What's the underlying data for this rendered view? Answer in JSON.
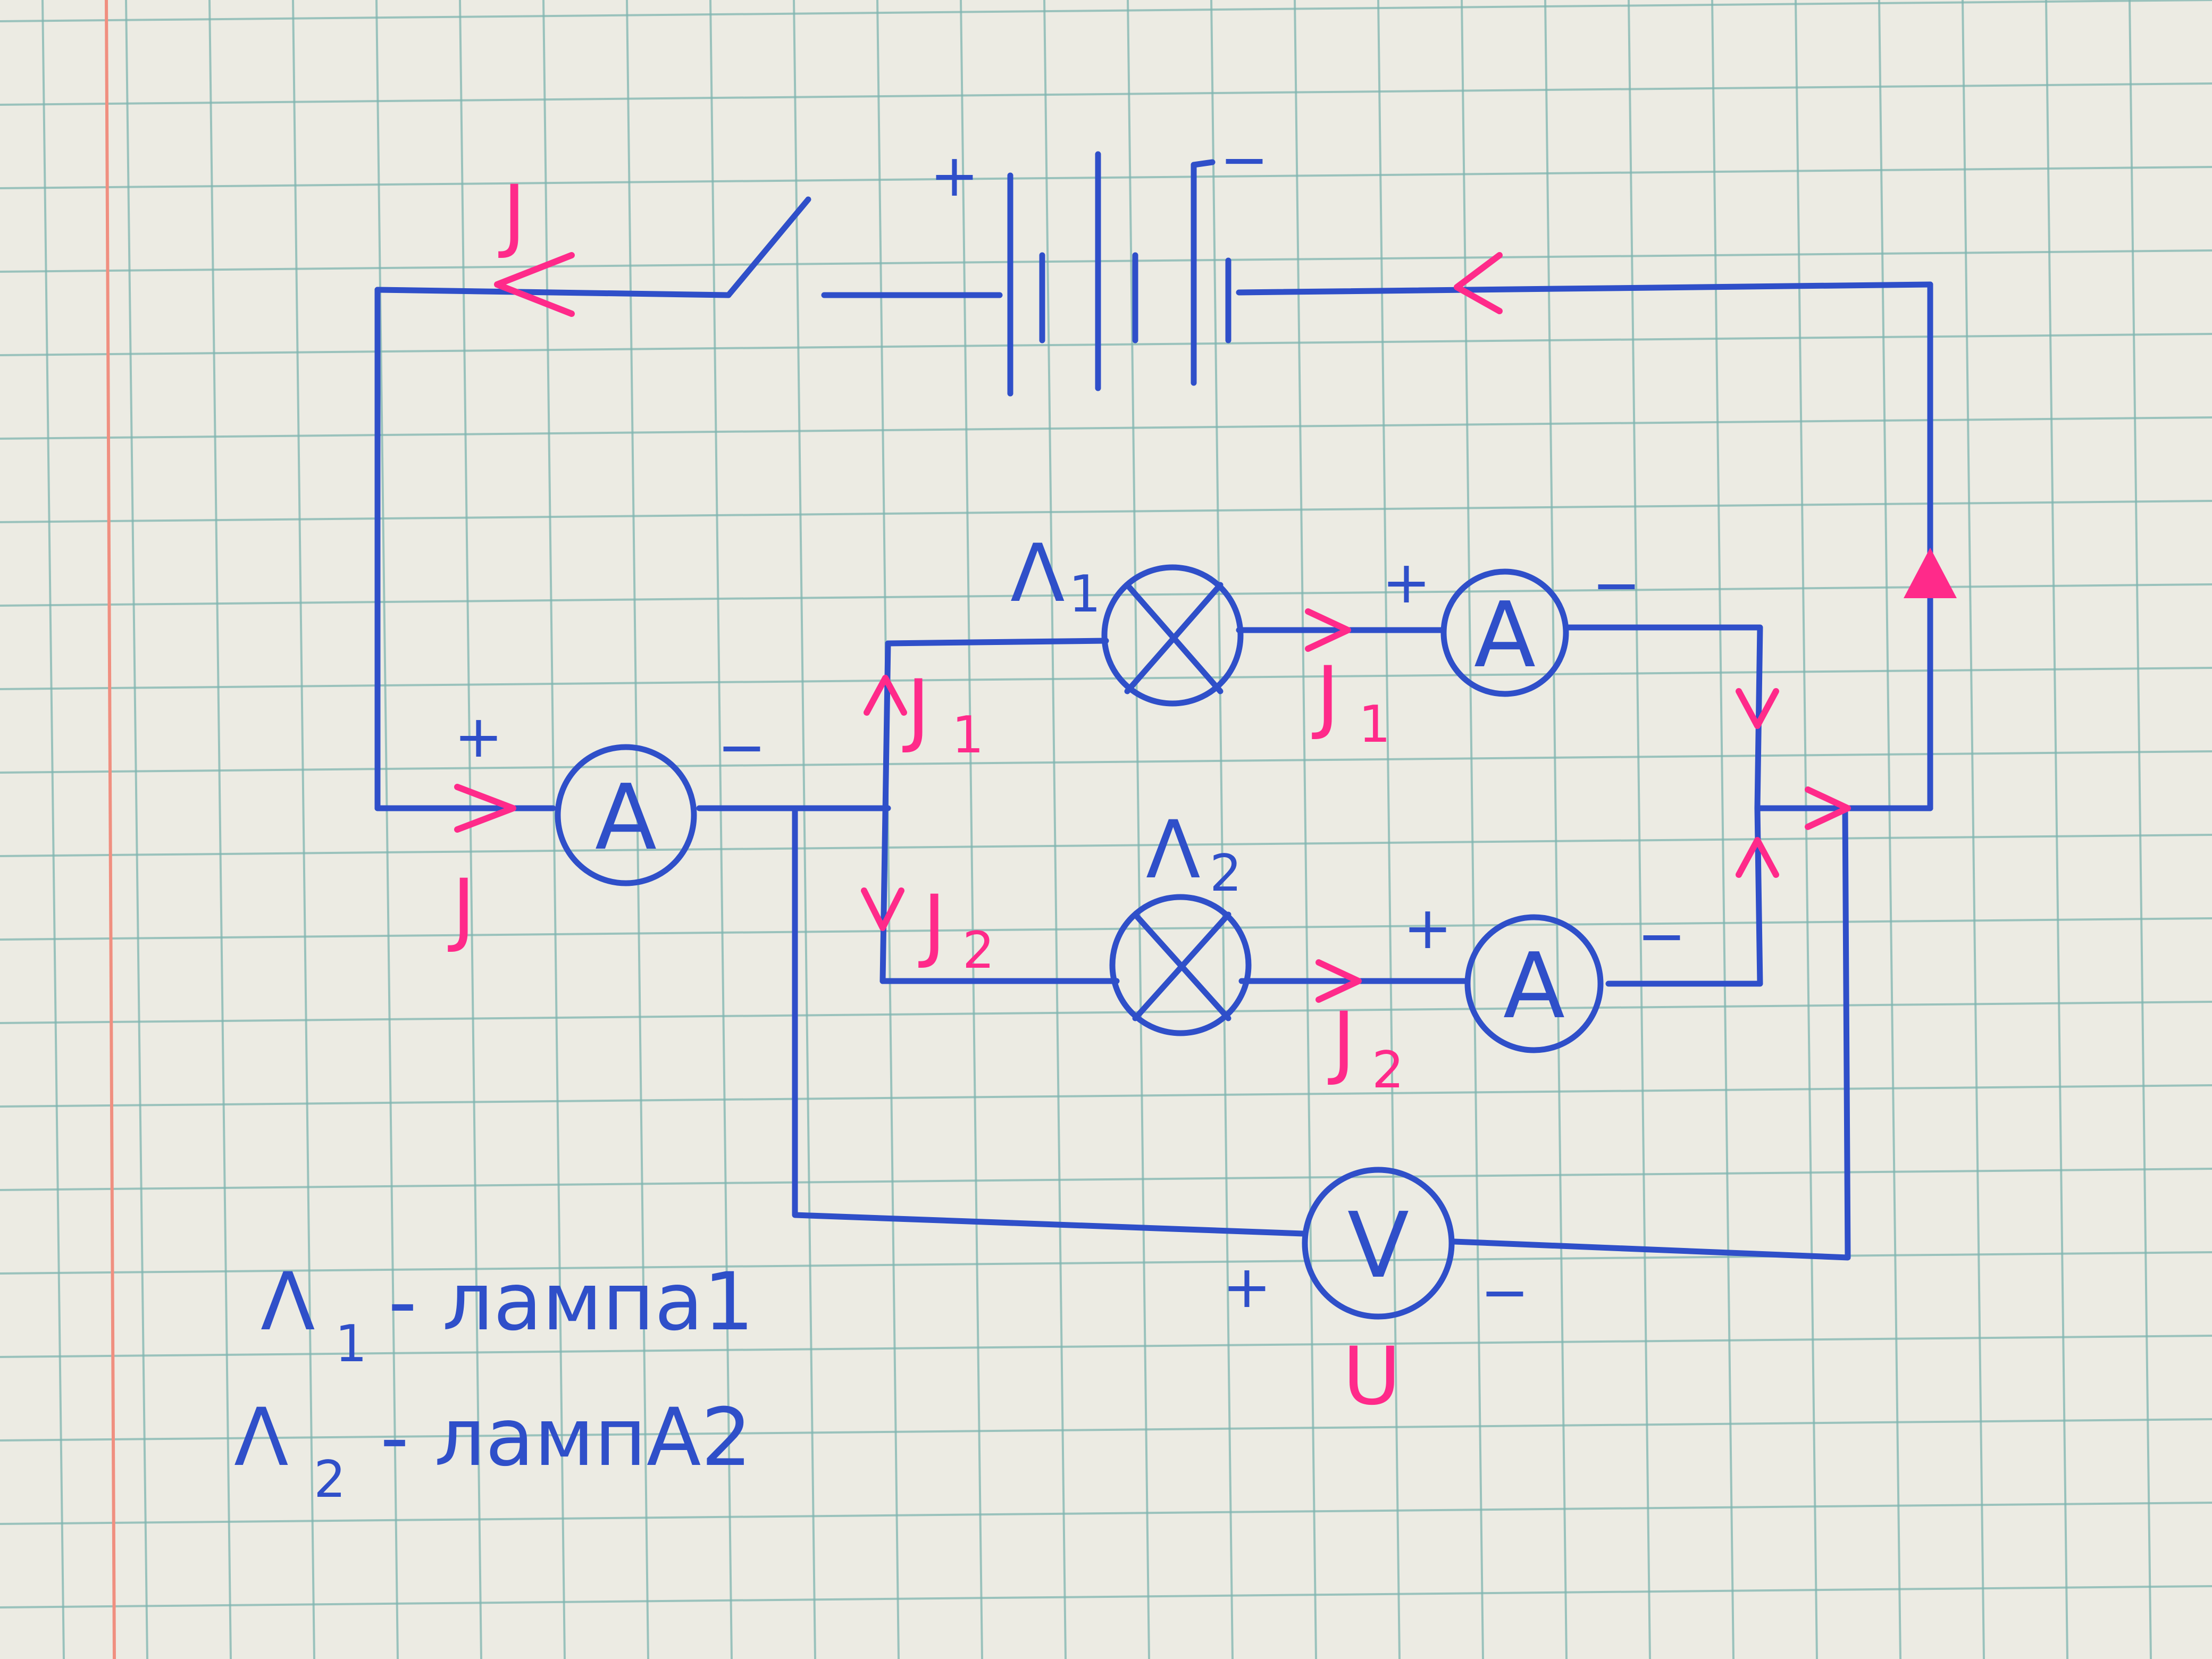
{
  "battery": {
    "plus_sign": "+",
    "minus_sign": "−"
  },
  "lamps": [
    {
      "symbol": "Λ",
      "index": "1"
    },
    {
      "symbol": "Λ",
      "index": "2"
    }
  ],
  "ammeters": [
    {
      "letter": "A",
      "plus": "+",
      "minus": "−"
    },
    {
      "letter": "A",
      "plus": "+",
      "minus": "−"
    },
    {
      "letter": "A",
      "plus": "+",
      "minus": "−"
    }
  ],
  "voltmeter": {
    "letter": "V",
    "plus": "+",
    "minus": "−",
    "quantity": "U"
  },
  "currents": {
    "total": "J",
    "branch1": {
      "symbol": "J",
      "index": "1"
    },
    "branch2": {
      "symbol": "J",
      "index": "2"
    }
  },
  "legend": [
    {
      "symbol": "Λ",
      "index": "1",
      "text": "- лампа1"
    },
    {
      "symbol": "Λ",
      "index": "2",
      "text": "- лампА2"
    }
  ],
  "colors": {
    "ink": "#2f4fc9",
    "current_marks": "#ff2a8a",
    "grid": "#7fb5b0",
    "margin": "#f08f80"
  }
}
